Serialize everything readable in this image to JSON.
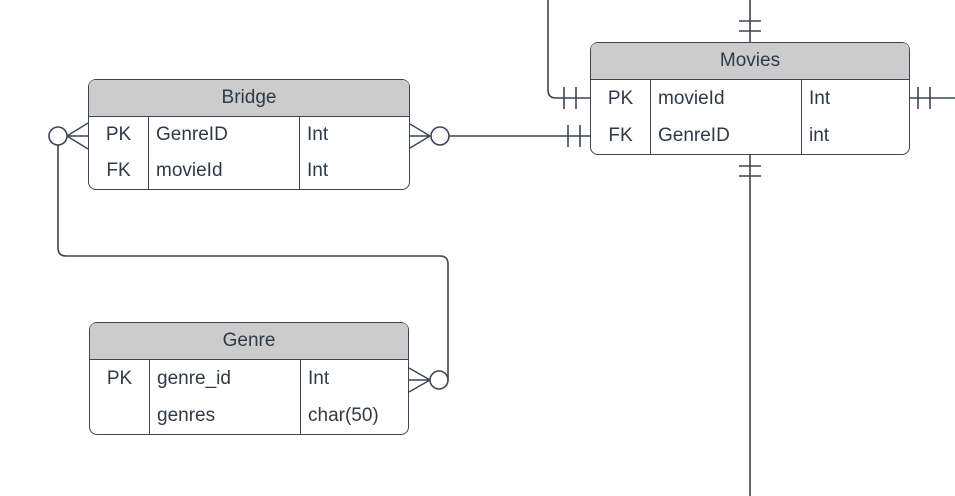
{
  "diagram": {
    "type": "entity-relationship-diagram",
    "colors": {
      "stroke": "#3d4551",
      "text": "#2f3a47",
      "header_fill": "#cccccc",
      "body_fill": "#ffffff",
      "background": "#ffffff"
    },
    "entities": [
      {
        "name": "Bridge",
        "rows": [
          {
            "key": "PK",
            "field": "GenreID",
            "type": "Int"
          },
          {
            "key": "FK",
            "field": "movieId",
            "type": "Int"
          }
        ]
      },
      {
        "name": "Movies",
        "rows": [
          {
            "key": "PK",
            "field": "movieId",
            "type": "Int"
          },
          {
            "key": "FK",
            "field": "GenreID",
            "type": "int"
          }
        ]
      },
      {
        "name": "Genre",
        "rows": [
          {
            "key": "PK",
            "field": "genre_id",
            "type": "Int"
          },
          {
            "key": "",
            "field": "genres",
            "type": "char(50)"
          }
        ]
      }
    ],
    "relationships": [
      {
        "from_entity": "Bridge",
        "from_side": "left",
        "from_cardinality": "zero-or-many",
        "to_entity": "Genre",
        "to_side": "right",
        "to_cardinality": "zero-or-many"
      },
      {
        "from_entity": "Bridge",
        "from_side": "right",
        "from_cardinality": "zero-or-many",
        "to_entity": "Movies",
        "to_side": "left",
        "to_cardinality": "one-and-only-one"
      },
      {
        "from_entity": "Movies",
        "from_side": "left",
        "from_cardinality": "one-and-only-one",
        "to_entity": "off-screen-top"
      },
      {
        "from_entity": "Movies",
        "from_side": "top",
        "from_cardinality": "one-and-only-one",
        "to_entity": "off-screen-top"
      },
      {
        "from_entity": "Movies",
        "from_side": "right",
        "from_cardinality": "one-and-only-one",
        "to_entity": "off-screen-right"
      },
      {
        "from_entity": "Movies",
        "from_side": "bottom",
        "from_cardinality": "one-and-only-one",
        "to_entity": "off-screen-bottom"
      }
    ]
  }
}
